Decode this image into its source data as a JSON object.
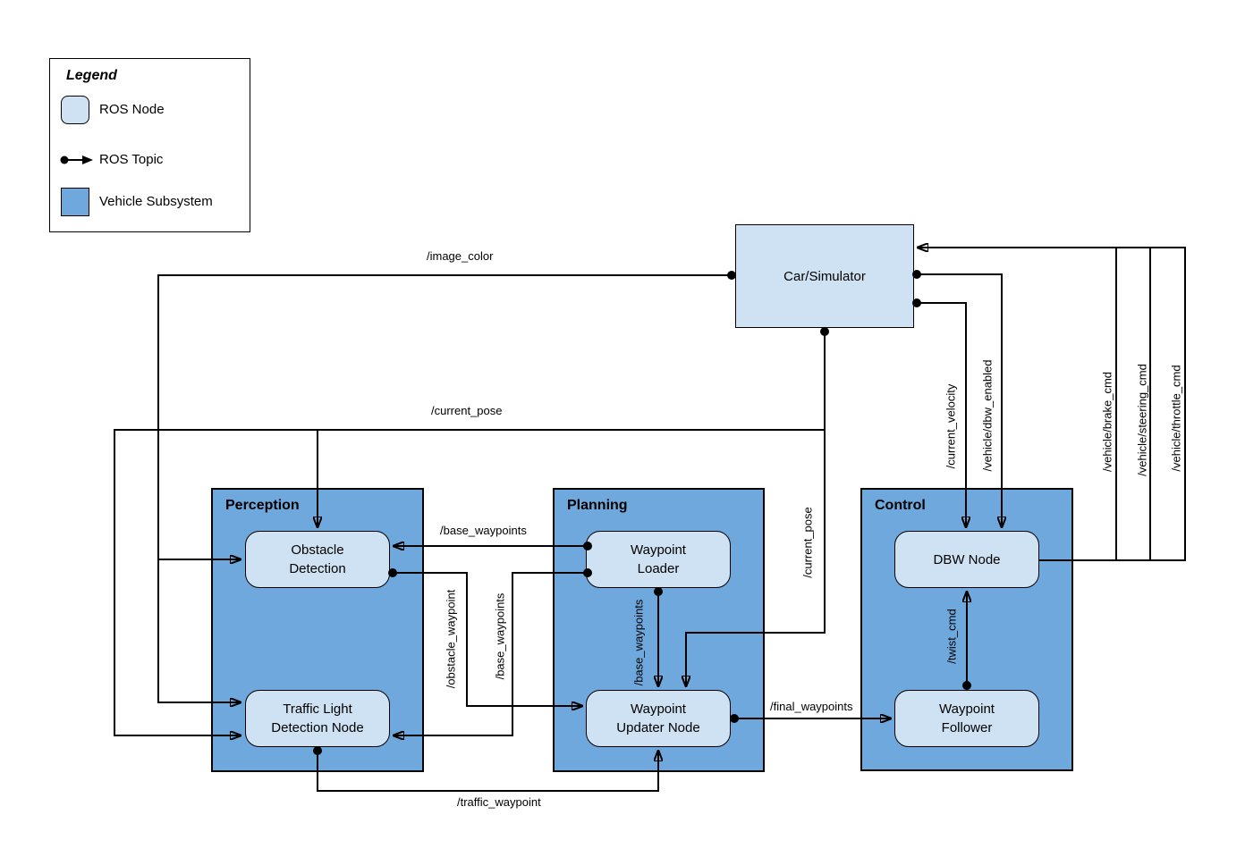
{
  "colors": {
    "node_fill": "#cfe2f3",
    "subsystem_fill": "#6fa8dc",
    "line_color": "#000000",
    "bg": "#ffffff"
  },
  "legend": {
    "title": "Legend",
    "ros_node": "ROS Node",
    "ros_topic": "ROS Topic",
    "vehicle_subsystem": "Vehicle Subsystem"
  },
  "subsystems": {
    "perception": "Perception",
    "planning": "Planning",
    "control": "Control"
  },
  "nodes": {
    "car_simulator": [
      "Car/Simulator"
    ],
    "obstacle_detection": [
      "Obstacle",
      "Detection"
    ],
    "traffic_light_detection": [
      "Traffic Light",
      "Detection Node"
    ],
    "waypoint_loader": [
      "Waypoint",
      "Loader"
    ],
    "waypoint_updater": [
      "Waypoint",
      "Updater Node"
    ],
    "dbw": [
      "DBW Node"
    ],
    "waypoint_follower": [
      "Waypoint",
      "Follower"
    ]
  },
  "topics": {
    "image_color": "/image_color",
    "current_pose": "/current_pose",
    "base_waypoints": "/base_waypoints",
    "obstacle_waypoint": "/obstacle_waypoint",
    "traffic_waypoint": "/traffic_waypoint",
    "final_waypoints": "/final_waypoints",
    "twist_cmd": "/twist_cmd",
    "current_velocity": "/current_velocity",
    "dbw_enabled": "/vehicle/dbw_enabled",
    "brake_cmd": "/vehicle/brake_cmd",
    "steering_cmd": "/vehicle/steering_cmd",
    "throttle_cmd": "/vehicle/throttle_cmd"
  }
}
